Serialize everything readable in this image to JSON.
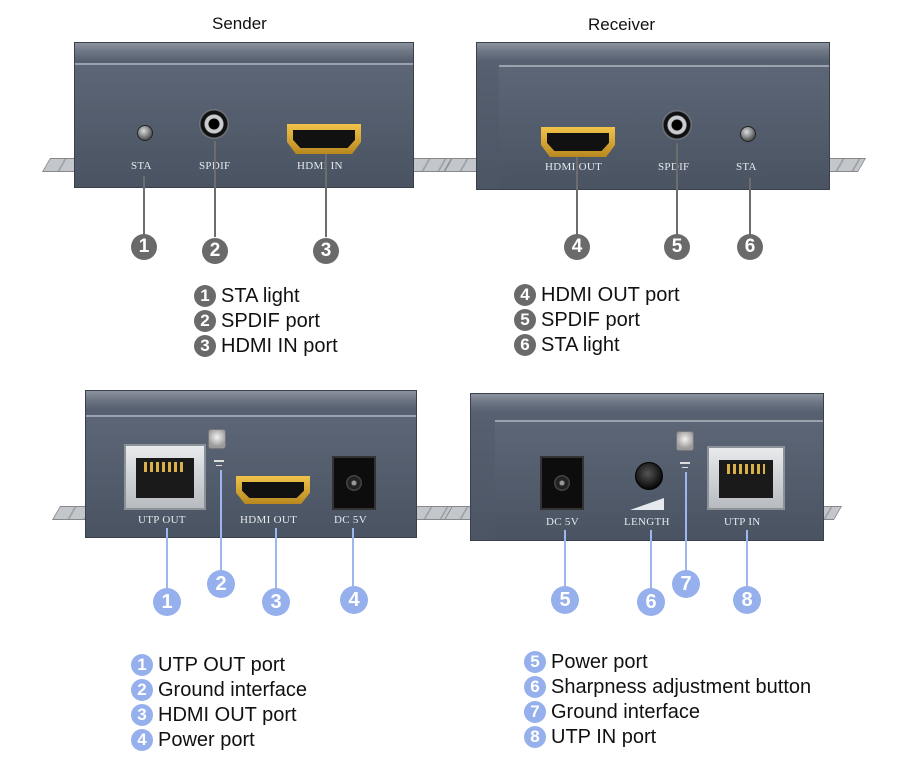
{
  "top": {
    "sender_heading": "Sender",
    "receiver_heading": "Receiver",
    "sender_panel": {
      "sta": "STA",
      "spdif": "SPDIF",
      "hdmi_in": "HDMI IN"
    },
    "receiver_panel": {
      "hdmi_out": "HDMI OUT",
      "spdif": "SPDIF",
      "sta": "STA"
    },
    "sender_callouts": [
      "1",
      "2",
      "3"
    ],
    "receiver_callouts": [
      "4",
      "5",
      "6"
    ],
    "sender_legend": [
      {
        "num": "1",
        "text": "STA light"
      },
      {
        "num": "2",
        "text": "SPDIF port"
      },
      {
        "num": "3",
        "text": "HDMI IN port"
      }
    ],
    "receiver_legend": [
      {
        "num": "4",
        "text": "HDMI OUT port"
      },
      {
        "num": "5",
        "text": "SPDIF port"
      },
      {
        "num": "6",
        "text": "STA light"
      }
    ]
  },
  "bottom": {
    "sender_panel": {
      "utp_out": "UTP  OUT",
      "hdmi_out": "HDMI OUT",
      "dc": "DC 5V"
    },
    "receiver_panel": {
      "dc": "DC 5V",
      "length": "LENGTH",
      "utp_in": "UTP  IN"
    },
    "sender_callouts": [
      "1",
      "2",
      "3",
      "4"
    ],
    "receiver_callouts": [
      "5",
      "6",
      "7",
      "8"
    ],
    "sender_legend": [
      {
        "num": "1",
        "text": "UTP OUT port"
      },
      {
        "num": "2",
        "text": "Ground interface"
      },
      {
        "num": "3",
        "text": "HDMI OUT port"
      },
      {
        "num": "4",
        "text": "Power port"
      }
    ],
    "receiver_legend": [
      {
        "num": "5",
        "text": "Power port"
      },
      {
        "num": "6",
        "text": "Sharpness adjustment button"
      },
      {
        "num": "7",
        "text": "Ground interface"
      },
      {
        "num": "8",
        "text": "UTP IN port"
      }
    ]
  },
  "colors": {
    "callout_gray": "#6a6a6a",
    "callout_blue": "#95b0ec",
    "device_body": "#4f5868"
  }
}
